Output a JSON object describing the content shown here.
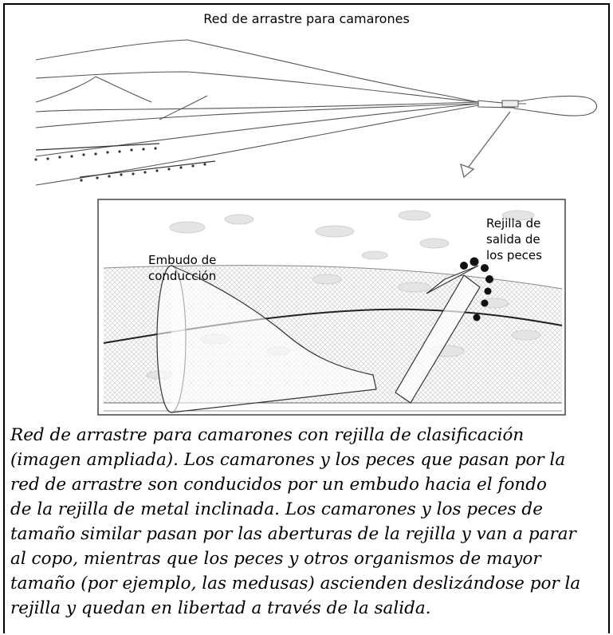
{
  "title": "Red de arrastre para camarones",
  "labels": {
    "funnel": "Embudo de\nconducción",
    "grid": "Rejilla de\nsalida de\nlos peces"
  },
  "caption": [
    "Red de arrastre para camarones con rejilla de clasificación",
    "(imagen ampliada). Los camarones y los peces que pasan por la",
    "red de arrastre son conducidos por un embudo hacia el fondo",
    "de la rejilla de metal inclinada. Los camarones y los peces de",
    "tamaño similar pasan por las aberturas de la rejilla y van a parar",
    "al copo, mientras que los peces y otros organismos de mayor",
    "tamaño (por ejemplo, las medusas) ascienden deslizándose por la",
    "rejilla y quedan en libertad a través de la salida."
  ]
}
